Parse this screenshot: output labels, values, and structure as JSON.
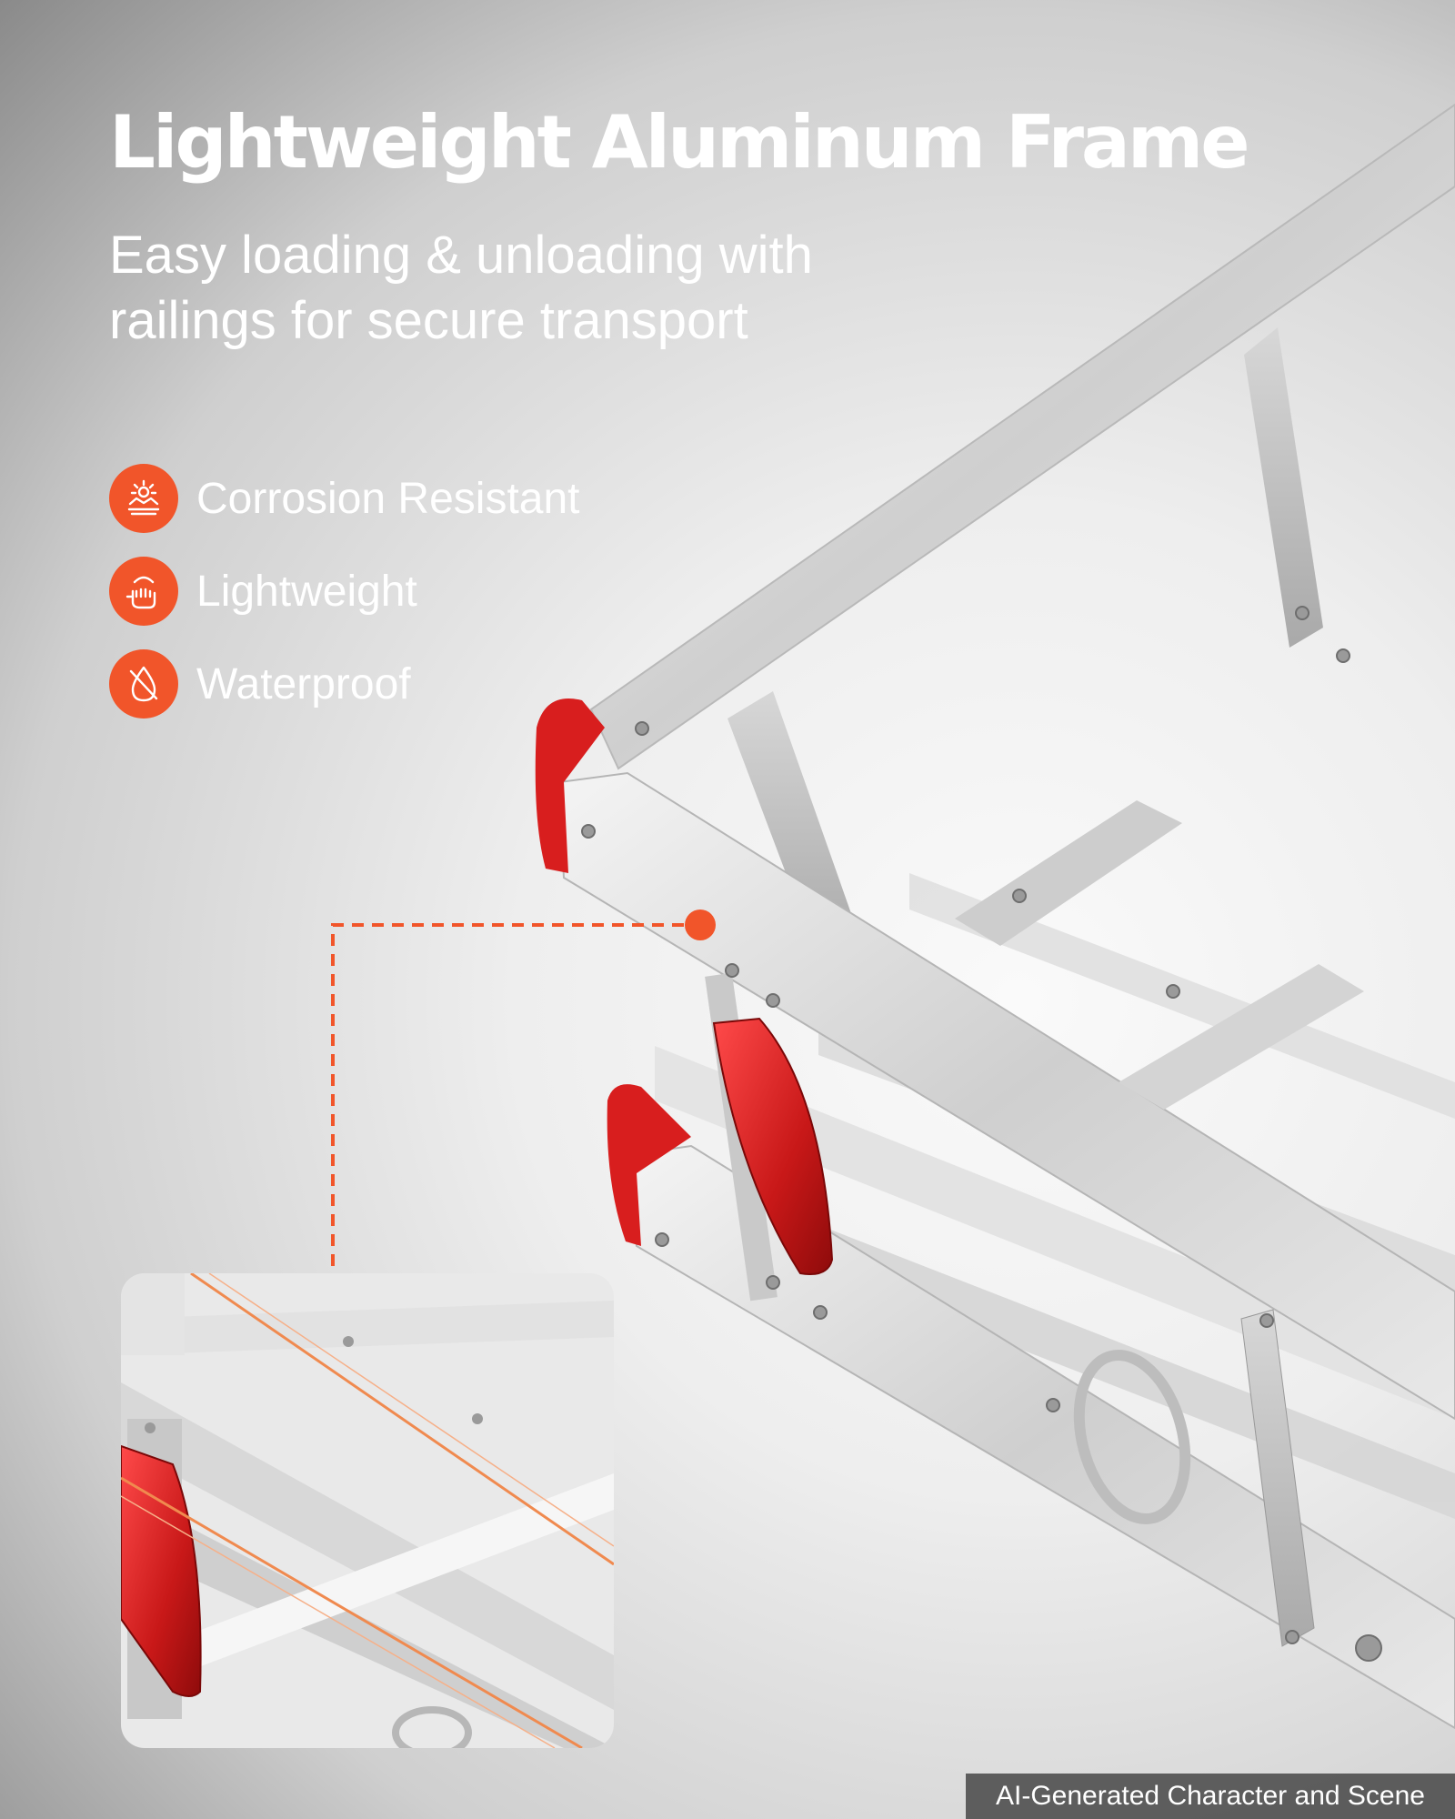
{
  "header": {
    "title": "Lightweight Aluminum Frame",
    "subtitle_lines": [
      "Easy loading & unloading with",
      "railings for secure transport"
    ]
  },
  "features": [
    {
      "label": "Corrosion Resistant",
      "icon": "corrosion-shield-icon"
    },
    {
      "label": "Lightweight",
      "icon": "hand-holding-icon"
    },
    {
      "label": "Waterproof",
      "icon": "water-drop-icon"
    }
  ],
  "watermark": "AI-Generated Character and Scene",
  "colors": {
    "accent": "#f1552a",
    "reflector": "#d21e1e",
    "aluminum": "#d9d9d9",
    "text": "#ffffff"
  }
}
